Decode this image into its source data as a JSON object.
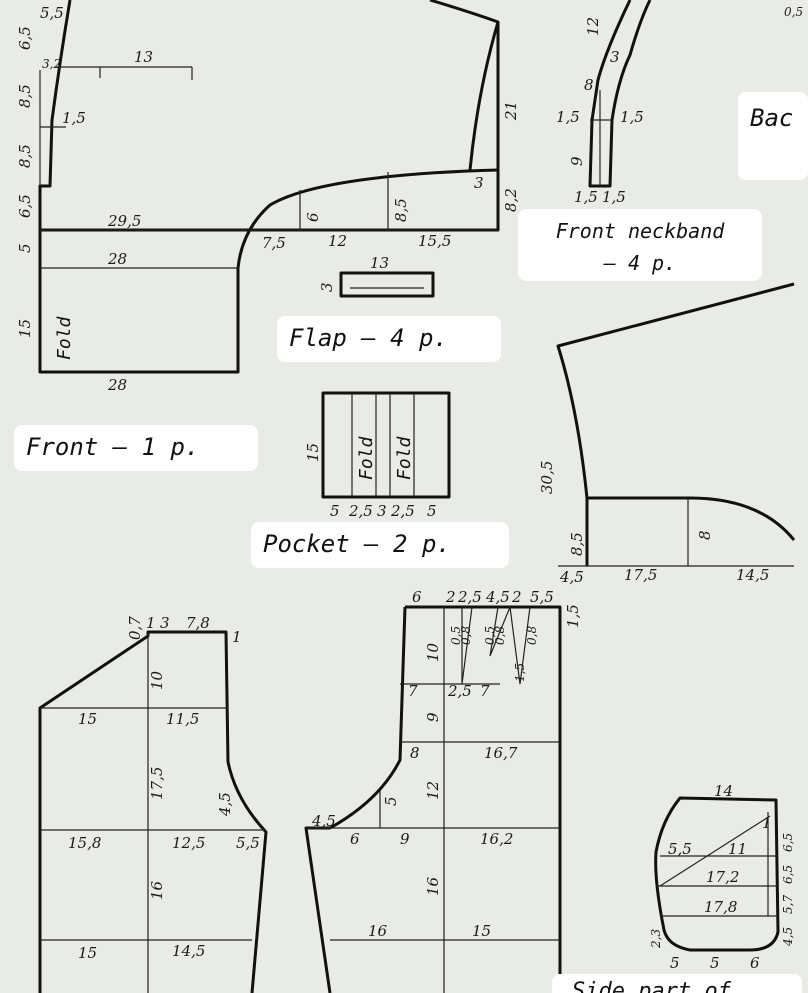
{
  "labels": {
    "front": "Front – 1 p.",
    "flap": "Flap – 4 p.",
    "pocket": "Pocket – 2 p.",
    "neckband_line1": "Front neckband",
    "neckband_line2": "– 4 p.",
    "back": "Bac",
    "side_part": "Side part of",
    "fold": "Fold"
  },
  "dims": {
    "front": [
      "5,5",
      "6,5",
      "3,2",
      "13",
      "8,5",
      "1,5",
      "8,5",
      "6,5",
      "29,5",
      "5",
      "28",
      "15",
      "28",
      "7,5",
      "12",
      "15,5",
      "6",
      "8,5",
      "3",
      "21",
      "8,2"
    ],
    "flap": [
      "13",
      "3"
    ],
    "pocket": [
      "15",
      "5",
      "2,5",
      "3",
      "2,5",
      "5"
    ],
    "neckband": [
      "12",
      "3",
      "8",
      "1,5",
      "1,5",
      "9",
      "1,5",
      "1,5",
      "0,5"
    ],
    "back": [
      "30,5",
      "8,5",
      "8",
      "4,5",
      "17,5",
      "14,5"
    ],
    "sleeve_left": [
      "0,7",
      "1",
      "3",
      "7,8",
      "1",
      "10",
      "15",
      "11,5",
      "17,5",
      "4,5",
      "15,8",
      "12,5",
      "5,5",
      "16",
      "15",
      "14,5"
    ],
    "sleeve_right": [
      "6",
      "2",
      "2,5",
      "4,5",
      "2",
      "5,5",
      "1,5",
      "10",
      "0,5",
      "0,8",
      "0,5",
      "0,8",
      "1,5",
      "0,8",
      "7",
      "2,5",
      "7",
      "9",
      "8",
      "16,7",
      "5",
      "12",
      "4,5",
      "6",
      "9",
      "16,2",
      "16",
      "16",
      "15"
    ],
    "side": [
      "14",
      "1",
      "5,5",
      "11",
      "17,2",
      "17,8",
      "2,3",
      "5",
      "5",
      "6",
      "6,5",
      "6,5",
      "5,7",
      "4,5"
    ]
  }
}
